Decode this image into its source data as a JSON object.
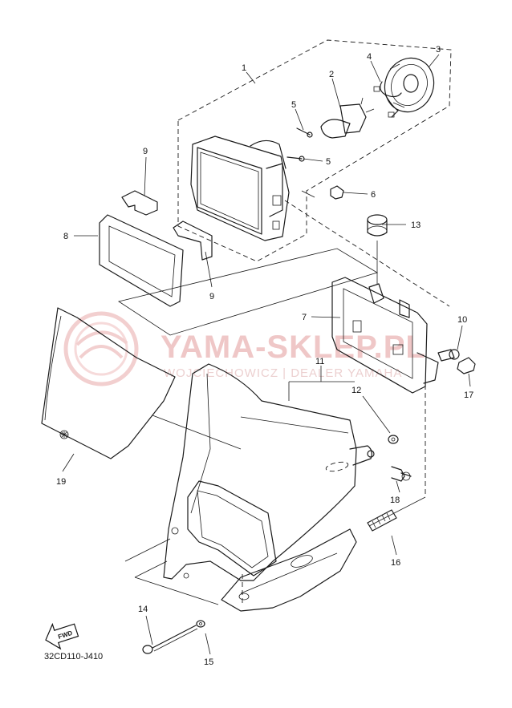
{
  "diagram": {
    "drawing_code": "32CD110-J410",
    "fwd_label": "FWD",
    "watermark": {
      "title": "YAMA-SKLEP.PL",
      "subtitle": "WOJCIECHOWICZ | DEALER YAMAHA"
    },
    "callouts": [
      {
        "id": "1",
        "text": "1"
      },
      {
        "id": "2",
        "text": "2"
      },
      {
        "id": "3",
        "text": "3"
      },
      {
        "id": "4",
        "text": "4"
      },
      {
        "id": "5a",
        "text": "5"
      },
      {
        "id": "5b",
        "text": "5"
      },
      {
        "id": "6",
        "text": "6"
      },
      {
        "id": "7",
        "text": "7"
      },
      {
        "id": "8",
        "text": "8"
      },
      {
        "id": "9a",
        "text": "9"
      },
      {
        "id": "9b",
        "text": "9"
      },
      {
        "id": "10",
        "text": "10"
      },
      {
        "id": "11",
        "text": "11"
      },
      {
        "id": "12",
        "text": "12"
      },
      {
        "id": "13",
        "text": "13"
      },
      {
        "id": "14",
        "text": "14"
      },
      {
        "id": "15",
        "text": "15"
      },
      {
        "id": "16",
        "text": "16"
      },
      {
        "id": "17",
        "text": "17"
      },
      {
        "id": "18",
        "text": "18"
      },
      {
        "id": "19",
        "text": "19"
      }
    ]
  }
}
